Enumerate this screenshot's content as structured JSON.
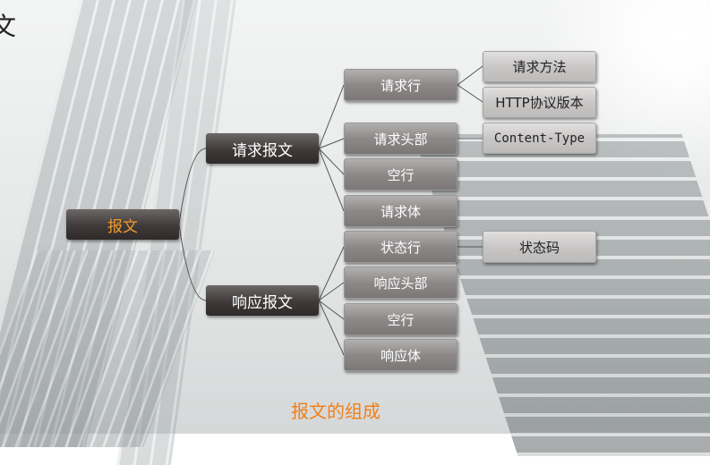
{
  "diagram": {
    "root": "报文",
    "request": {
      "label": "请求报文",
      "items": [
        "请求行",
        "请求头部",
        "空行",
        "请求体"
      ],
      "line_details": [
        "请求方法",
        "HTTP协议版本"
      ],
      "header_detail": "Content-Type"
    },
    "response": {
      "label": "响应报文",
      "items": [
        "状态行",
        "响应头部",
        "空行",
        "响应体"
      ],
      "status_detail": "状态码"
    },
    "caption": "报文的组成",
    "corner_char": "文"
  },
  "colors": {
    "accent": "#f07f1a",
    "dark_node": "#3f3a39",
    "gray_node": "#8c8988",
    "light_node": "#c9c7c6"
  }
}
